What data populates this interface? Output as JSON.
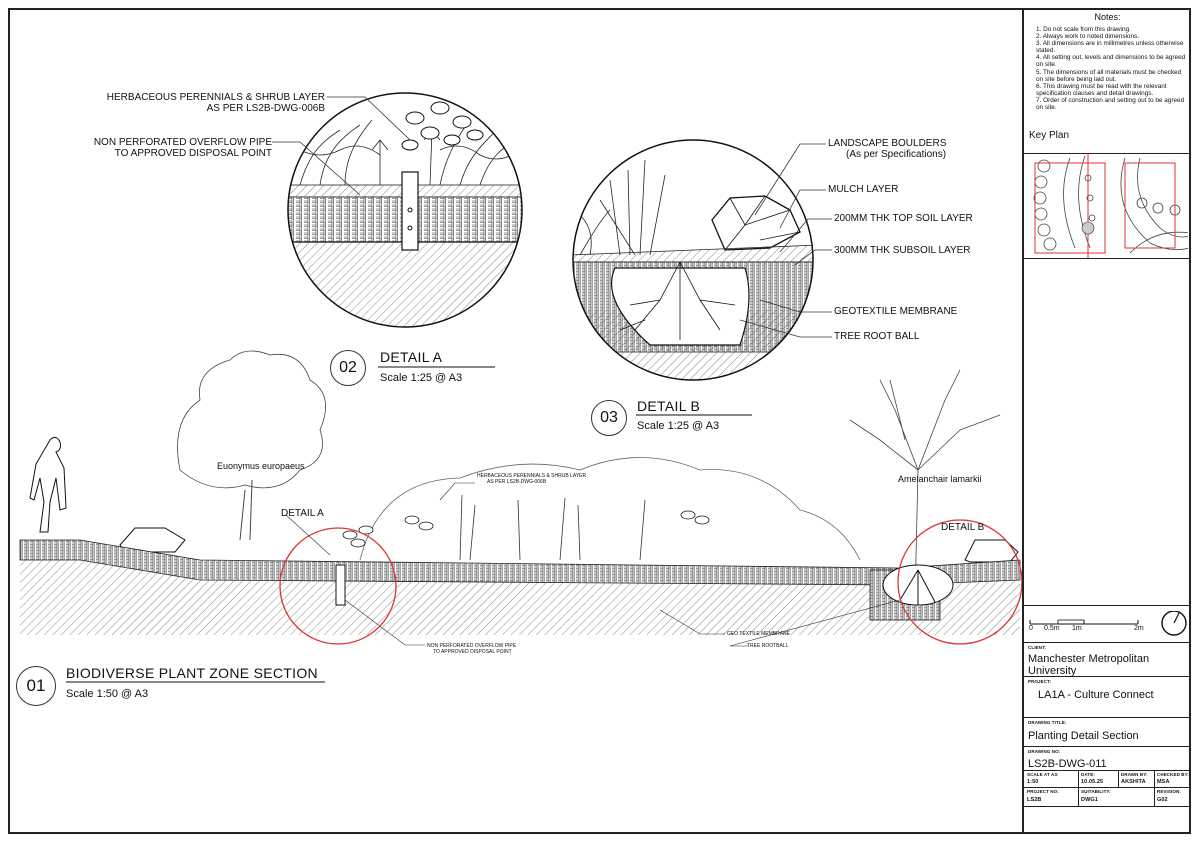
{
  "notes": {
    "title": "Notes:",
    "items": [
      "1.    Do not scale from this drawing.",
      "2.    Always work to noted dimensions.",
      "3.    All dimensions are in millimetres unless otherwise stated.",
      "4.    All setting out, levels and dimensions to be agreed on site.",
      "5.    The dimensions of all materials must be checked on site before being laid out.",
      "6.    This drawing must be read with the relevant specification clauses and detail drawings.",
      "7.    Order of construction and setting out to be agreed on site."
    ]
  },
  "key_plan": {
    "title": "Key Plan"
  },
  "scale_bar": {
    "ticks": [
      "0",
      "0.5m",
      "1m",
      "2m"
    ]
  },
  "title_block": {
    "client_label": "CLIENT:",
    "client": "Manchester Metropolitan University",
    "project_label": "PROJECT:",
    "project": "LA1A - Culture Connect",
    "drawing_title_label": "DRAWING TITLE:",
    "drawing_title": "Planting Detail Section",
    "drawing_no_label": "DRAWING NO:",
    "drawing_no": "LS2B-DWG-011",
    "scale_label": "SCALE AT A3:",
    "scale": "1:50",
    "date_label": "DATE:",
    "date": "10.05.25",
    "drawn_by_label": "DRAWN BY:",
    "drawn_by": "AKSHITA",
    "checked_by_label": "CHECKED BY:",
    "checked_by": "MSA",
    "project_no_label": "PROJECT NO:",
    "project_no": "LS2B",
    "suitability_label": "SUITABILITY:",
    "suitability": "DWG1",
    "revision_label": "REVISION:",
    "revision": "G02"
  },
  "detail_a": {
    "number": "02",
    "title": "DETAIL A",
    "scale": "Scale 1:25 @ A3",
    "label_herb_1": "HERBACEOUS PERENNIALS & SHRUB LAYER",
    "label_herb_2": "AS PER LS2B-DWG-006B",
    "label_pipe_1": "NON PERFORATED OVERFLOW PIPE",
    "label_pipe_2": "TO APPROVED DISPOSAL POINT"
  },
  "detail_b": {
    "number": "03",
    "title": "DETAIL B",
    "scale": "Scale 1:25 @ A3",
    "label_boulders": "LANDSCAPE BOULDERS",
    "label_boulders_2": "(As per Specifications)",
    "label_mulch": "MULCH LAYER",
    "label_topsoil": "200MM THK TOP SOIL LAYER",
    "label_subsoil": "300MM THK SUBSOIL LAYER",
    "label_geotextile": "GEOTEXTILE MEMBRANE",
    "label_rootball": "TREE ROOT BALL"
  },
  "section": {
    "number": "01",
    "title": "BIODIVERSE PLANT ZONE SECTION",
    "scale": "Scale 1:50 @ A3",
    "tree_left": "Euonymus europaeus",
    "tree_right": "Amelanchair lamarkii",
    "detail_a_tag": "DETAIL A",
    "detail_b_tag": "DETAIL B",
    "herb_note_1": "HERBACEOUS PERENNIALS & SHRUB LAYER",
    "herb_note_2": "AS PER LS2B-DWG-006B",
    "pipe_note_1": "NON PERFORATED OVERFLOW PIPE",
    "pipe_note_2": "TO APPROVED DISPOSAL POINT",
    "geo_note": "GEO TEXTILE MEMBRANE",
    "root_note": "TREE ROOTBALL"
  }
}
